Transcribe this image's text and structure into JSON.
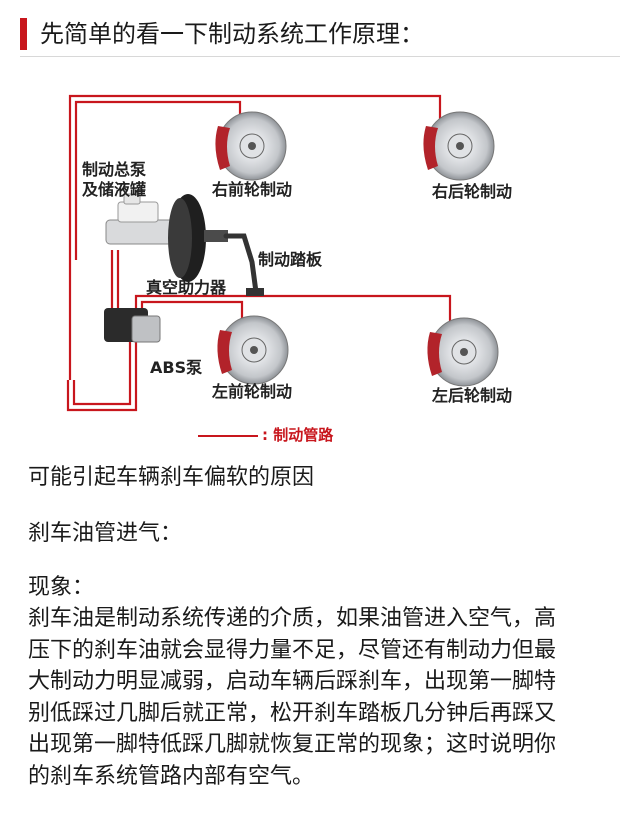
{
  "header": {
    "title": "先简单的看一下制动系统工作原理："
  },
  "diagram": {
    "labels": {
      "master_cylinder_1": "制动总泵",
      "master_cylinder_2": "及储液罐",
      "front_right": "右前轮制动",
      "rear_right": "右后轮制动",
      "pedal": "制动踏板",
      "booster": "真空助力器",
      "abs": "ABS泵",
      "front_left": "左前轮制动",
      "rear_left": "左后轮制动"
    },
    "legend": ": 制动管路",
    "colors": {
      "pipe": "#c8161d",
      "caliper": "#b2232a",
      "disc": "#c9cbce"
    }
  },
  "body": {
    "heading": "可能引起车辆刹车偏软的原因",
    "subheading": "刹车油管进气：",
    "phenomenon_label": "现象：",
    "lines": [
      "刹车油是制动系统传递的介质，如果油管进入空气，高",
      "压下的刹车油就会显得力量不足，尽管还有制动力但最",
      "大制动力明显减弱，启动车辆后踩刹车，出现第一脚特",
      "别低踩过几脚后就正常，松开刹车踏板几分钟后再踩又",
      "出现第一脚特低踩几脚就恢复正常的现象；这时说明你",
      "的刹车系统管路内部有空气。"
    ]
  }
}
